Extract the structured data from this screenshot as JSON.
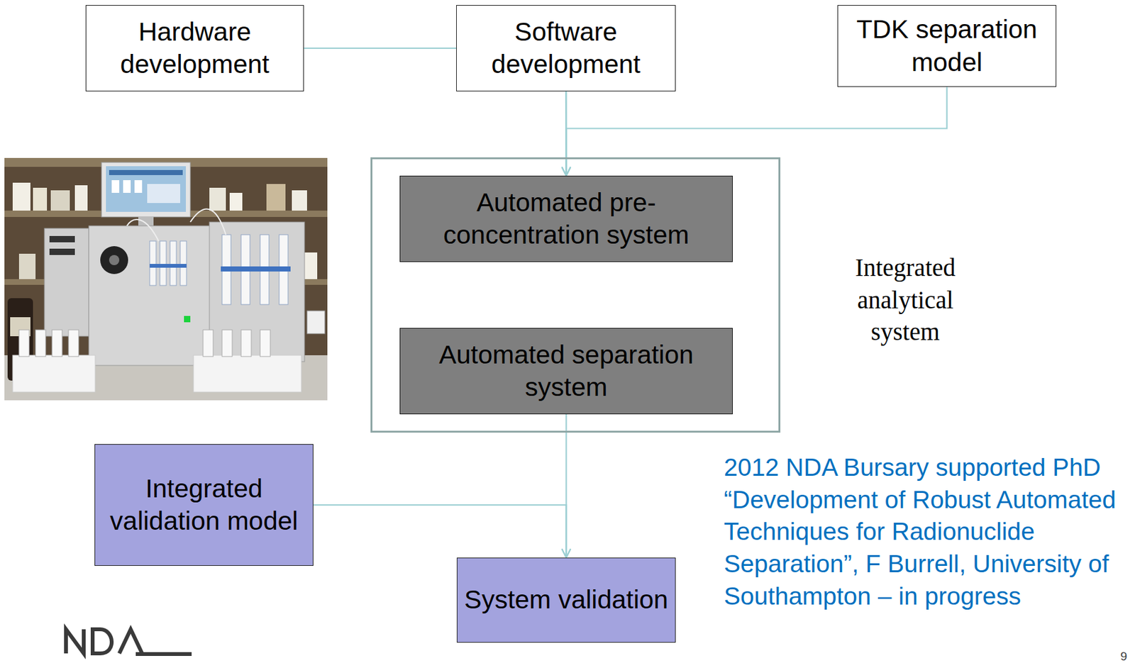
{
  "diagram": {
    "nodes": [
      {
        "text": [
          "Hardware development"
        ]
      },
      {
        "text": [
          "Software development"
        ]
      },
      {
        "text": [
          "TDK separation model"
        ]
      },
      {
        "text": [
          "Integrated analytical system"
        ]
      },
      {
        "text": [
          "Automated pre-concentration system"
        ],
        "in": 3
      },
      {
        "text": [
          "Automated separation system"
        ],
        "in": 3
      },
      {
        "text": [
          "Integrated validation model"
        ]
      },
      {
        "text": [
          "System validation"
        ]
      }
    ],
    "edges": [
      {
        "from": 0,
        "to": 4,
        "arrow": "to"
      },
      {
        "from": 1,
        "to": 4,
        "arrow": "to"
      },
      {
        "from": 2,
        "to": 4,
        "arrow": "to"
      },
      {
        "from": 5,
        "to": 7,
        "arrow": "to"
      },
      {
        "from": 6,
        "to": 7,
        "arrow": "to"
      }
    ],
    "labels": [
      "2012 NDA Bursary supported PhD “Development of Robust Automated Techniques for Radionuclide Separation”, F Burrell, University of Southampton – in progress",
      "9"
    ]
  }
}
